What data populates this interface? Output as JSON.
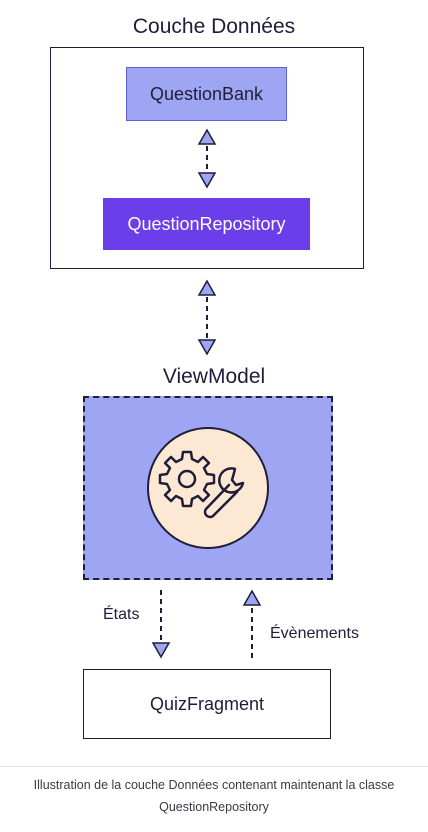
{
  "diagram": {
    "data_layer_title": "Couche Données",
    "question_bank": "QuestionBank",
    "question_repository": "QuestionRepository",
    "viewmodel_title": "ViewModel",
    "viewmodel_icon": "gear-wrench-icon",
    "quiz_fragment": "QuizFragment",
    "edge_states": "États",
    "edge_events": "Évènements"
  },
  "caption": {
    "line1": "Illustration de la couche Données contenant maintenant la classe",
    "line2": "QuestionRepository"
  },
  "colors": {
    "ink": "#1f1d3a",
    "lavender": "#9ea6f3",
    "violet": "#6a3ee8",
    "peach": "#fde8d4"
  }
}
